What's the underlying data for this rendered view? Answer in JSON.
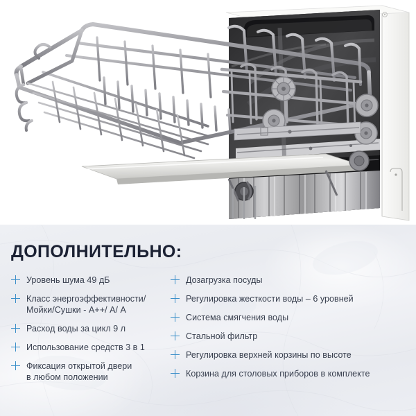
{
  "photo": {
    "alt_name": "dishwasher-open-door-with-upper-basket",
    "description": "Built-in dishwasher with open door and pulled-out upper wire basket",
    "background_color": "#ffffff",
    "basket_color": "#9a9a9e",
    "cabinet_color": "#f2f2f0",
    "tub_color": "#4a4a4c"
  },
  "panel": {
    "heading": "ДОПОЛНИТЕЛЬНО:",
    "heading_color": "#1b2133",
    "accent_color": "#3b8fc9",
    "text_color": "#39404f",
    "background_color": "#edeff3",
    "bullet_icon": "plus-icon",
    "columns": {
      "left": [
        {
          "line1": "Уровень шума 49 дБ",
          "line2": ""
        },
        {
          "line1": "Класс энергоэффективности/",
          "line2": "Мойки/Сушки - А++/ А/ А"
        },
        {
          "line1": "Расход воды за цикл 9 л",
          "line2": ""
        },
        {
          "line1": "Использование средств 3 в 1",
          "line2": ""
        },
        {
          "line1": "Фиксация открытой двери",
          "line2": "в любом положении"
        }
      ],
      "right": [
        {
          "line1": "Дозагрузка посуды",
          "line2": ""
        },
        {
          "line1": "Регулировка жесткости воды – 6 уровней",
          "line2": ""
        },
        {
          "line1": "Система смягчения воды",
          "line2": ""
        },
        {
          "line1": "Стальной фильтр",
          "line2": ""
        },
        {
          "line1": "Регулировка верхней корзины по высоте",
          "line2": ""
        },
        {
          "line1": "Корзина для столовых приборов в комплекте",
          "line2": ""
        }
      ]
    }
  }
}
